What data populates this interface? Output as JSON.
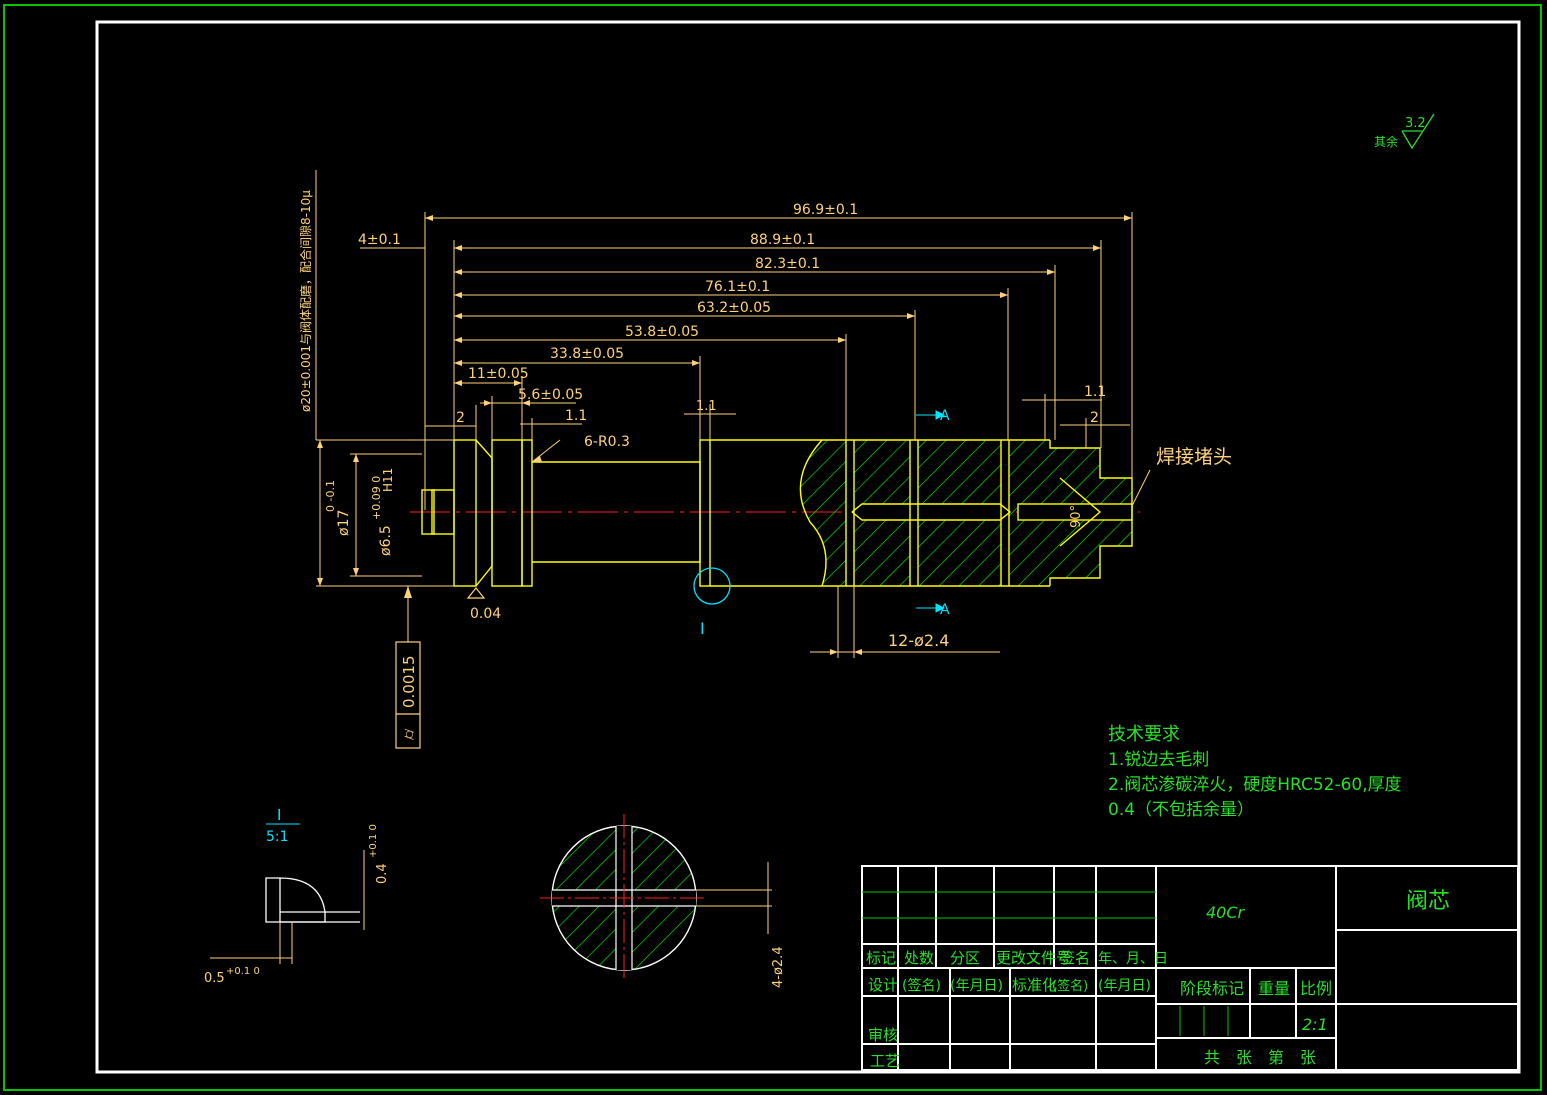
{
  "colors": {
    "background": "#000000",
    "frame": "#ffffff",
    "outer_frame": "#00c800",
    "part_outline": "#ffff00",
    "dimension": "#ffd27a",
    "hatch": "#00ff00",
    "centerline": "#ff2020",
    "section_arrow": "#00e5ff",
    "title_text": "#27e027"
  },
  "surface_finish": {
    "prefix": "其余",
    "value": "3.2"
  },
  "dimensions": {
    "d96_9": "96.9±0.1",
    "d88_9": "88.9±0.1",
    "d82_3": "82.3±0.1",
    "d76_1": "76.1±0.1",
    "d63_2": "63.2±0.05",
    "d53_8": "53.8±0.05",
    "d33_8": "33.8±0.05",
    "d11": "11±0.05",
    "d5_6": "5.6±0.05",
    "d4": "4±0.1",
    "d2_left": "2",
    "d1_1_left": "1.1",
    "d1_1_groove": "1.1",
    "d1_1_right": "1.1",
    "d2_right": "2",
    "r03": "6-R0.3",
    "dia17": "ø17",
    "dia17_tol": "0 -0.1",
    "dia6_5": "ø6.5",
    "dia6_5_tol": "+0.09 0",
    "dia6_5_fit": "H11",
    "dia20_note": "ø20±0.001与阀体配磨，配合间隙8-10μ",
    "holes": "12-ø2.4",
    "angle": "90°",
    "datum": "0.04",
    "tolerance_frame": "0.0015",
    "section_label": "A",
    "detail_mark": "I"
  },
  "weld_label": "焊接堵头",
  "detail_view": {
    "title": "I",
    "scale": "5:1",
    "dim_a": "0.4",
    "dim_a_tol": "+0.1 0",
    "dim_b": "0.5",
    "dim_b_tol": "+0.1 0"
  },
  "section_view": {
    "holes": "4-ø2.4"
  },
  "tech": {
    "heading": "技术要求",
    "line1": "1.锐边去毛刺",
    "line2": "2.阀芯渗碳淬火，硬度HRC52-60,厚度",
    "line3": "0.4（不包括余量）"
  },
  "title_block": {
    "material": "40Cr",
    "part_name": "阀芯",
    "h_mark": "标记",
    "h_count": "处数",
    "h_zone": "分区",
    "h_doc": "更改文件号",
    "h_sign": "签名",
    "h_date": "年、月、日",
    "r_design": "设计",
    "r_sign1": "(签名)",
    "r_date1": "(年月日)",
    "r_std": "标准化",
    "r_sign2": "(签名)",
    "r_date2": "(年月日)",
    "r_review": "审核",
    "r_process": "工艺",
    "stage": "阶段标记",
    "weight": "重量",
    "ratio": "比例",
    "scale": "2:1",
    "sheets": "共　张　第　张"
  }
}
